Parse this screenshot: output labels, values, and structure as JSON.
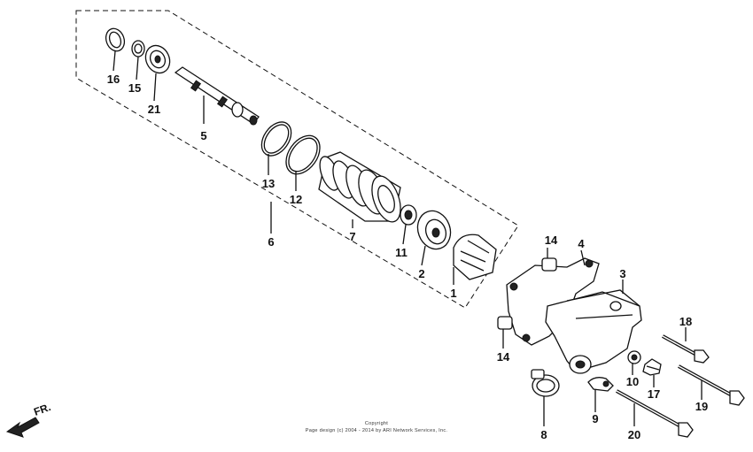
{
  "callouts": {
    "p1": "1",
    "p2": "2",
    "p3": "3",
    "p4": "4",
    "p5": "5",
    "p6": "6",
    "p7": "7",
    "p8": "8",
    "p9": "9",
    "p10": "10",
    "p11": "11",
    "p12": "12",
    "p13": "13",
    "p14a": "14",
    "p14b": "14",
    "p15": "15",
    "p16": "16",
    "p17": "17",
    "p18": "18",
    "p19": "19",
    "p20": "20",
    "p21": "21"
  },
  "direction_label": "FR.",
  "copyright": {
    "line1": "Copyright",
    "line2": "Page design (c) 2004 - 2014 by ARI Network Services, Inc."
  }
}
